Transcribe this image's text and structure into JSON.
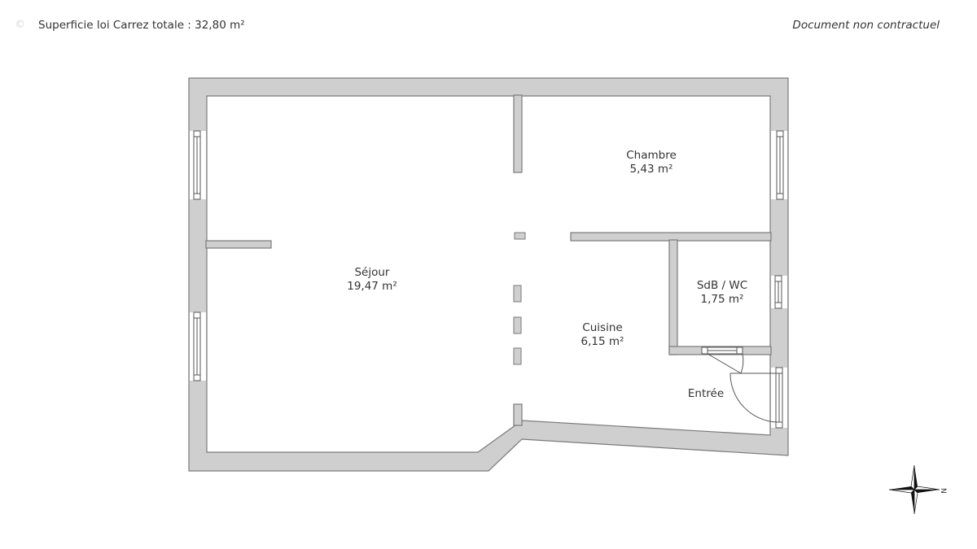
{
  "header": {
    "surface_total": "Superficie loi Carrez totale : 32,80 m²",
    "disclaimer": "Document non contractuel",
    "watermark": "©"
  },
  "colors": {
    "wall_fill": "#cfcfcf",
    "wall_stroke": "#7a7a7a",
    "floor": "#ffffff",
    "text": "#333333"
  },
  "rooms": [
    {
      "name": "Séjour",
      "area": "19,47 m²"
    },
    {
      "name": "Chambre",
      "area": "5,43 m²"
    },
    {
      "name": "SdB / WC",
      "area": "1,75 m²"
    },
    {
      "name": "Cuisine",
      "area": "6,15 m²"
    },
    {
      "name": "Entrée",
      "area": ""
    }
  ],
  "compass": {
    "north_label": "N",
    "icon": "compass-rose-icon"
  }
}
